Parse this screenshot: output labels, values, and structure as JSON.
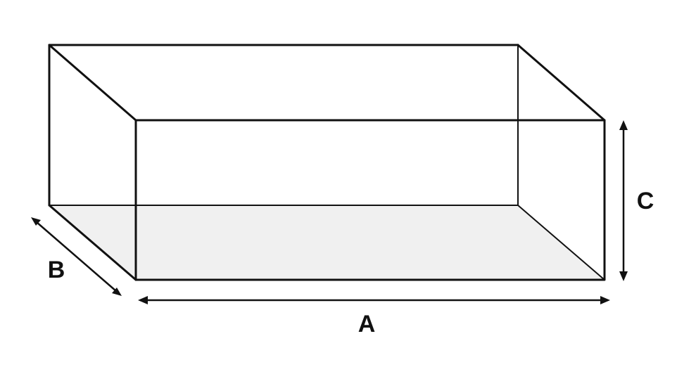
{
  "labels": {
    "a": "A",
    "b": "B",
    "c": "C"
  },
  "colors": {
    "stroke": "#111111",
    "floor": "#f0f0f0",
    "background": "#ffffff"
  }
}
